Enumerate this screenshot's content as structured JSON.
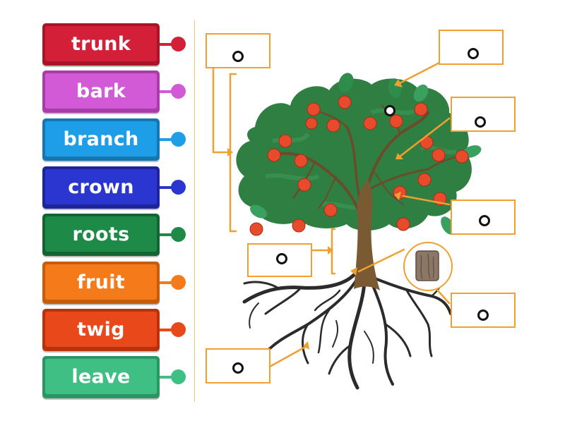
{
  "labels": [
    {
      "text": "trunk",
      "color": "#d31f37",
      "dark": "#a81428"
    },
    {
      "text": "bark",
      "color": "#d35ad6",
      "dark": "#a83ca9"
    },
    {
      "text": "branch",
      "color": "#1f9ee8",
      "dark": "#1576b0"
    },
    {
      "text": "crown",
      "color": "#2a36cf",
      "dark": "#1c259c"
    },
    {
      "text": "roots",
      "color": "#1e8a47",
      "dark": "#146433"
    },
    {
      "text": "fruit",
      "color": "#f47a1a",
      "dark": "#c65d0d"
    },
    {
      "text": "twig",
      "color": "#e8481a",
      "dark": "#b8330d"
    },
    {
      "text": "leave",
      "color": "#3fbf84",
      "dark": "#2c9565"
    }
  ],
  "accent": "#f0a030",
  "tree": {
    "leaf_color": "#2f7f43",
    "fruit_color": "#e84a2c",
    "trunk_color": "#7a5a33",
    "root_color": "#2b2b2b"
  }
}
